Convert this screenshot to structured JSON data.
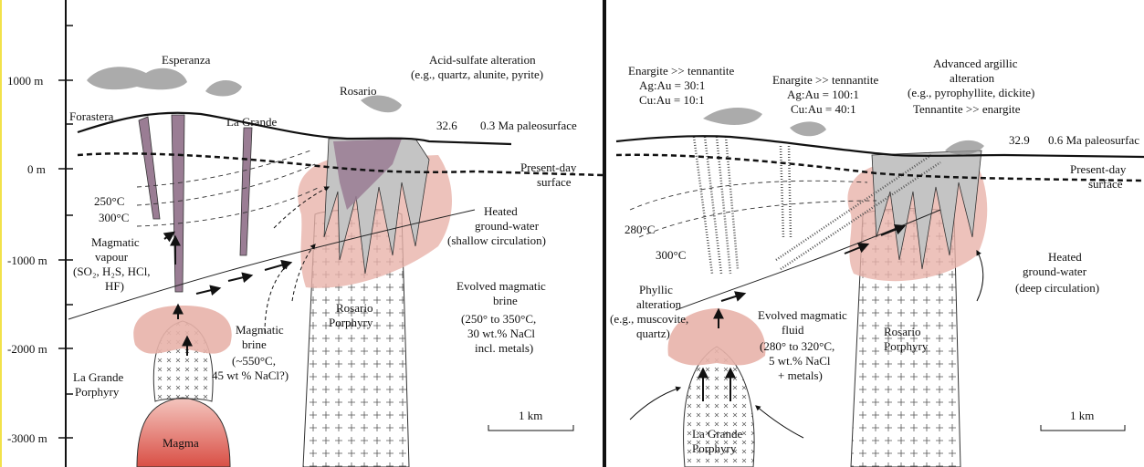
{
  "axis": {
    "ticks": [
      "1000 m",
      "0 m",
      "-1000 m",
      "-2000 m",
      "-3000 m"
    ]
  },
  "left_panel": {
    "vents": [
      "Esperanza",
      "Forastera",
      "La Grande",
      "Rosario"
    ],
    "acid_sulfate": [
      "Acid-sulfate alteration",
      "(e.g., quartz, alunite, pyrite)"
    ],
    "age_left": "32.6",
    "paleosurface": "0.3 Ma paleosurface",
    "present_day": [
      "Present-day",
      "surface"
    ],
    "temps": [
      "250°C",
      "300°C"
    ],
    "magmatic_vapour": [
      "Magmatic",
      "vapour",
      "(SO₂, H₂S, HCl,",
      "HF)"
    ],
    "heated_gw": [
      "Heated",
      "ground-water",
      "(shallow circulation)"
    ],
    "evolved_brine": [
      "Evolved magmatic",
      "brine",
      "(250° to 350°C,",
      "30 wt.% NaCl",
      "incl. metals)"
    ],
    "magmatic_brine": [
      "Magmatic",
      "brine",
      "(~550°C,",
      "45 wt % NaCl?)"
    ],
    "la_grande_porphyry": [
      "La Grande",
      "Porphyry"
    ],
    "rosario_porphyry": [
      "Rosario",
      "Porphyry"
    ],
    "magma": "Magma",
    "scale": "1 km"
  },
  "right_panel": {
    "enargite1": [
      "Enargite >> tennantite",
      "Ag:Au = 30:1",
      "Cu:Au = 10:1"
    ],
    "enargite2": [
      "Enargite >> tennantite",
      "Ag:Au = 100:1",
      "Cu:Au = 40:1"
    ],
    "adv_argillic": [
      "Advanced argillic",
      "alteration",
      "(e.g., pyrophyllite, dickite)",
      "Tennantite >> enargite"
    ],
    "age_right": "32.9",
    "paleosurface": "0.6 Ma paleosurfac",
    "present_day": [
      "Present-day",
      "surface"
    ],
    "temps": [
      "280°C",
      "300°C"
    ],
    "phyllic": [
      "Phyllic",
      "alteration",
      "(e.g., muscovite,",
      "quartz)"
    ],
    "evolved_fluid": [
      "Evolved magmatic",
      "fluid",
      "(280° to 320°C,",
      "5 wt.% NaCl",
      "+ metals)"
    ],
    "heated_gw": [
      "Heated",
      "ground-water",
      "(deep circulation)"
    ],
    "rosario_porphyry": [
      "Rosario",
      "Porphyry"
    ],
    "la_grande_porphyry": [
      "La Grande",
      "Porphyry"
    ],
    "scale": "1 km"
  },
  "colors": {
    "pink": "#e8b3aa",
    "purple": "#9a7d94",
    "grey": "#c4c4c4",
    "magma": "#d94f45"
  }
}
